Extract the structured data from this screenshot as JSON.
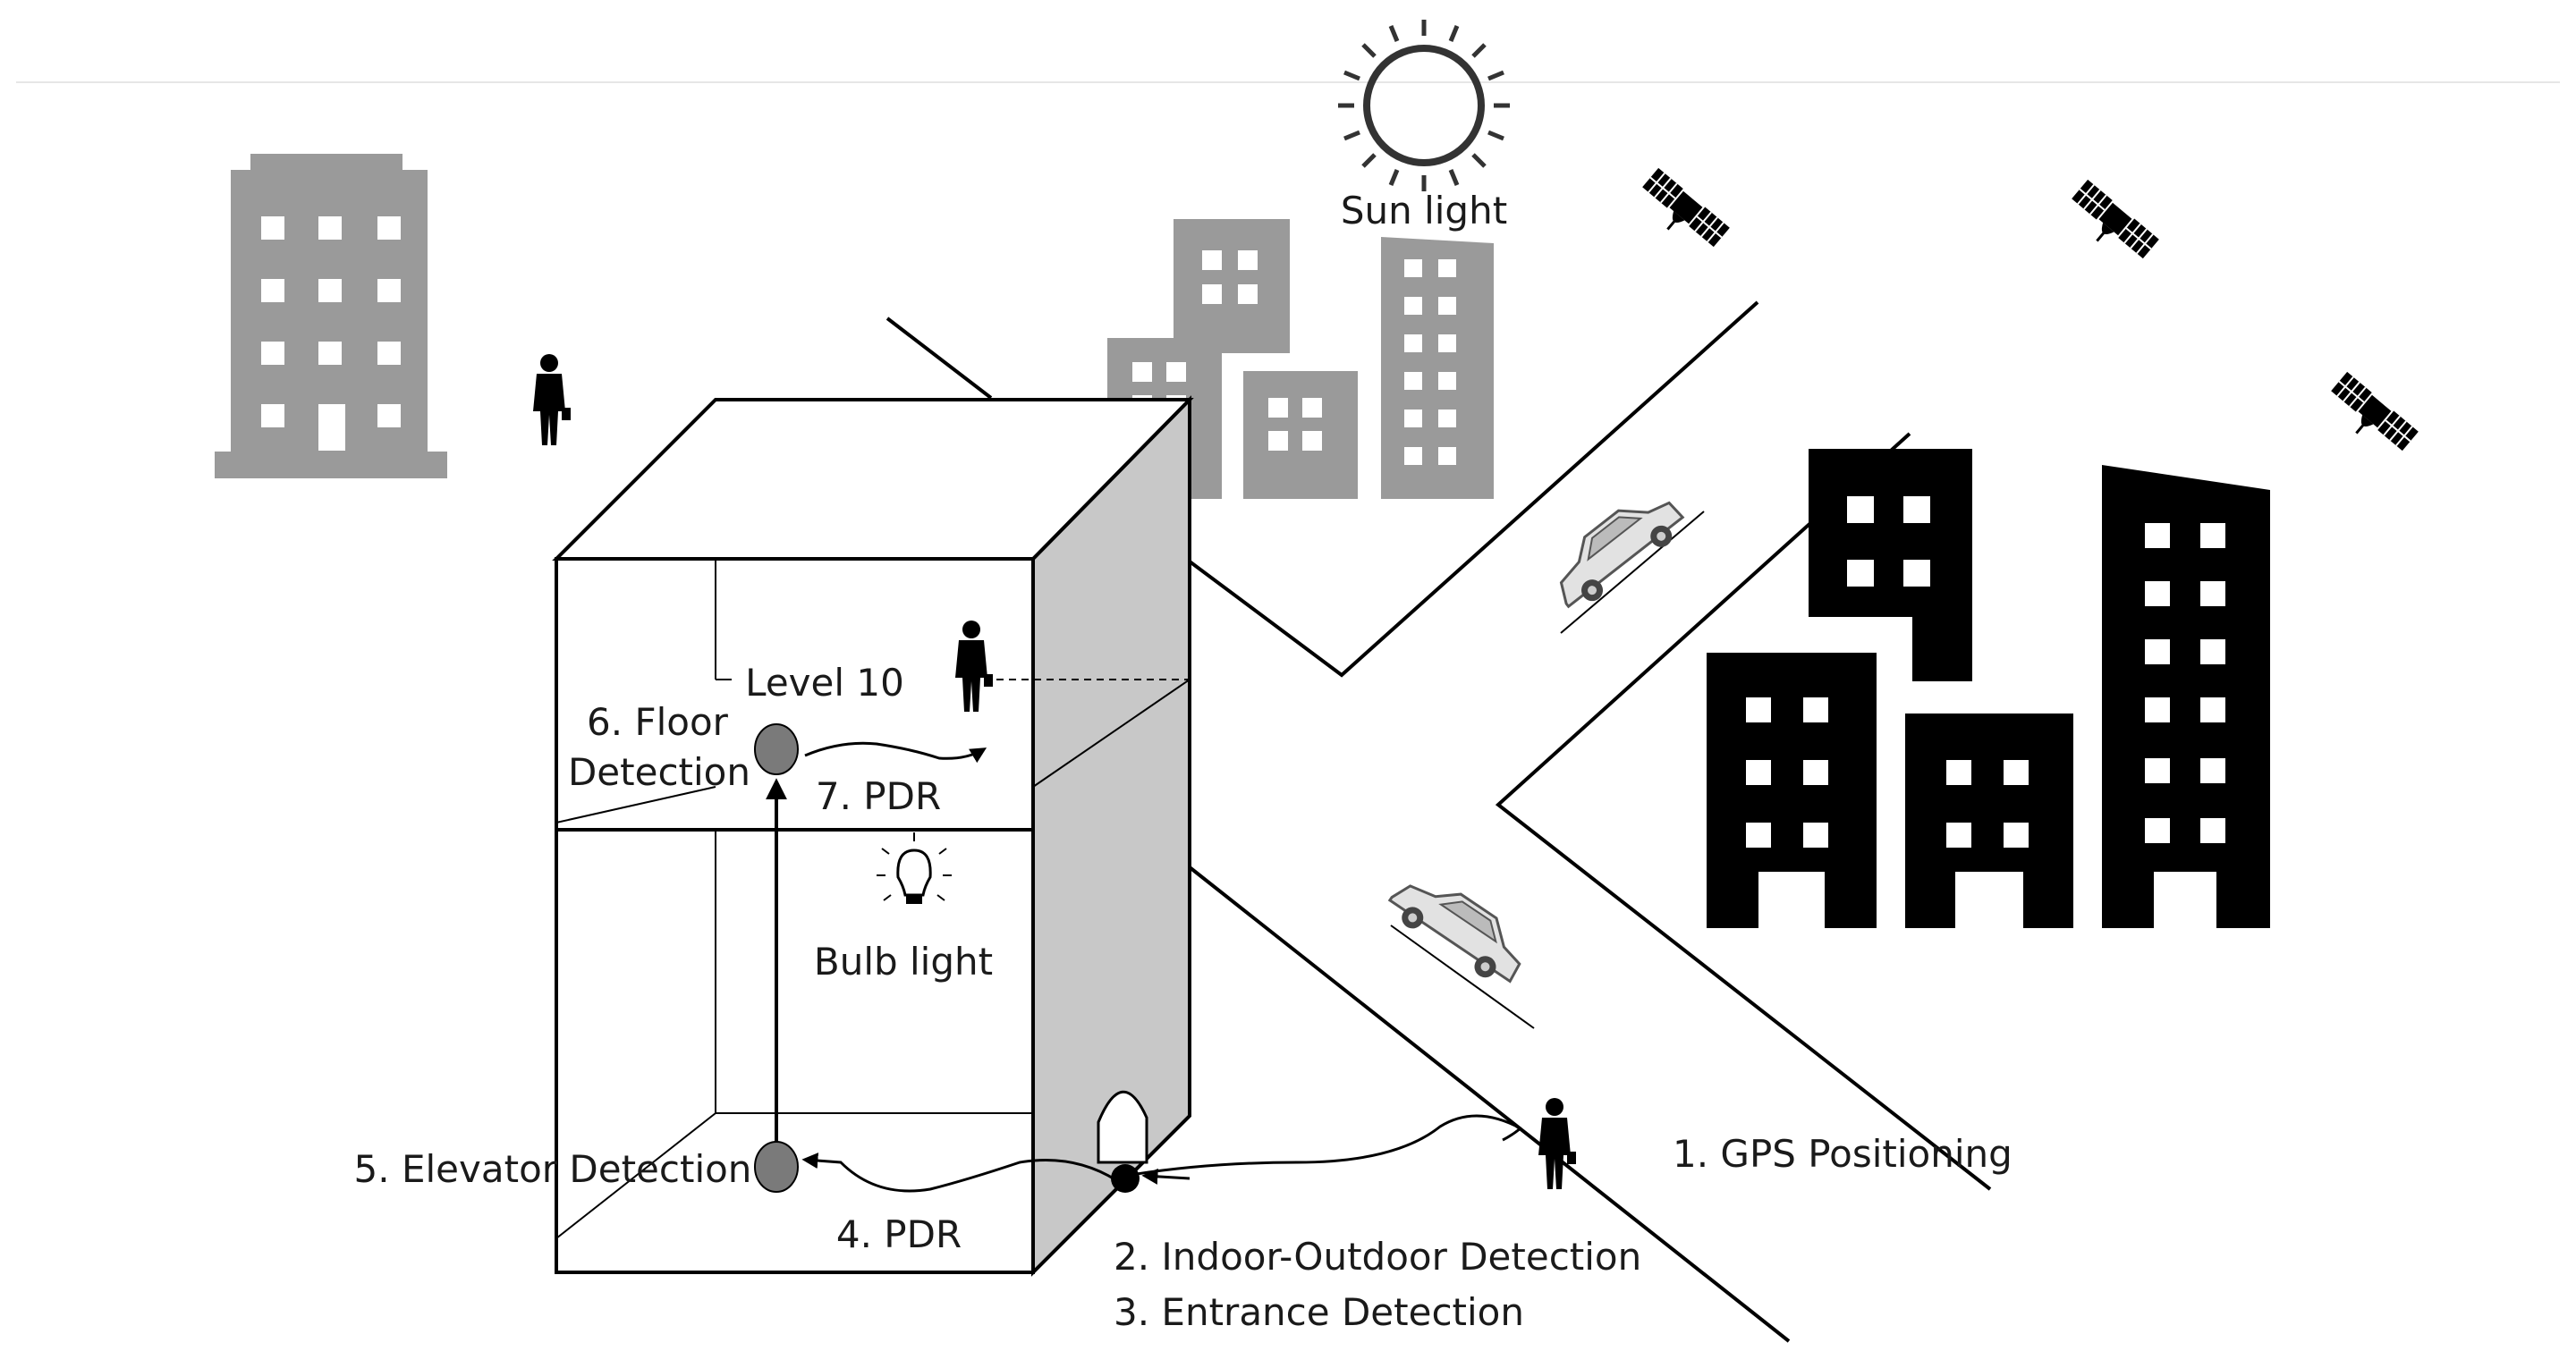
{
  "labels": {
    "sun_light": "Sun light",
    "level_10": "Level 10",
    "floor_detection_line1": "6. Floor",
    "floor_detection_line2": "Detection",
    "pdr_upper": "7. PDR",
    "bulb_light": "Bulb light",
    "elevator_detection": "5. Elevator Detection",
    "pdr_lower": "4. PDR",
    "indoor_outdoor_detection": "2. Indoor-Outdoor Detection",
    "entrance_detection": "3. Entrance Detection",
    "gps_positioning": "1. GPS Positioning"
  },
  "colors": {
    "grey_building": "#9a9a9a",
    "black_building": "#000000",
    "box_side": "#c8c8c8",
    "line": "#000000",
    "node_grey": "#7a7a7a"
  },
  "icons": [
    "sun-icon",
    "satellite-icon",
    "pedestrian-icon",
    "car-icon",
    "bulb-icon",
    "elevator-node-icon",
    "entrance-node-icon"
  ]
}
